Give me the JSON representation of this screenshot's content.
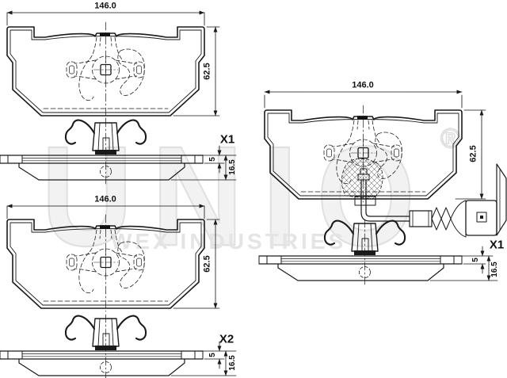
{
  "watermark": {
    "brand": "UNIO",
    "registered": "®",
    "subtitle": "WEX INDUSTRIES"
  },
  "drawings": {
    "d1": {
      "position": "top-left",
      "width_dim": "146.0",
      "height_dim": "62.5",
      "variant": "X1",
      "backplate_thickness_dim": "5",
      "total_thickness_dim": "16.5"
    },
    "d2": {
      "position": "bottom-left",
      "width_dim": "146.0",
      "height_dim": "62.5",
      "variant": "X2",
      "backplate_thickness_dim": "5",
      "total_thickness_dim": "16.5"
    },
    "d3": {
      "position": "right-with-wear-sensor",
      "width_dim": "146.0",
      "height_dim": "62.5",
      "variant": "X1",
      "backplate_thickness_dim": "5",
      "total_thickness_dim": "16.5"
    }
  }
}
